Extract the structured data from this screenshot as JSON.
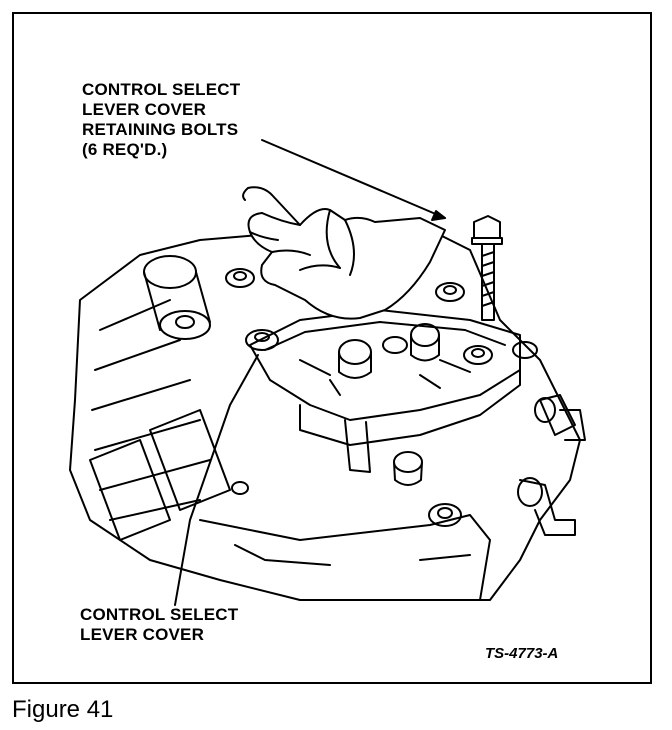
{
  "callouts": {
    "bolts": {
      "lines": [
        "CONTROL SELECT",
        "LEVER COVER",
        "RETAINING BOLTS",
        "(6 REQ'D.)"
      ]
    },
    "cover": {
      "lines": [
        "CONTROL SELECT",
        "LEVER COVER"
      ]
    }
  },
  "figure_code": "TS-4773-A",
  "caption": "Figure 41"
}
